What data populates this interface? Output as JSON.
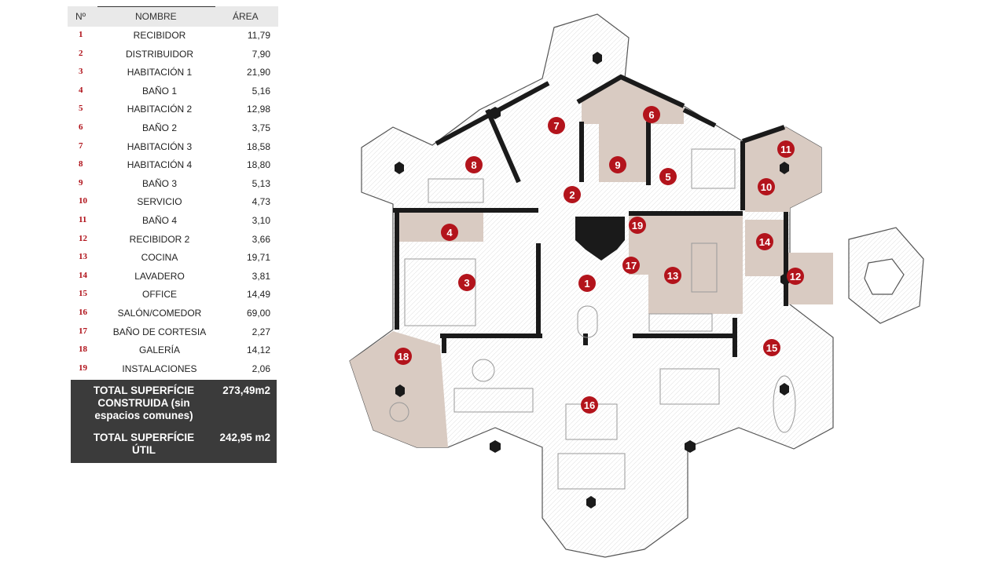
{
  "table": {
    "headers": {
      "num": "Nº",
      "name": "NOMBRE",
      "area": "ÁREA"
    },
    "rows": [
      {
        "num": "1",
        "name": "RECIBIDOR",
        "area": "11,79"
      },
      {
        "num": "2",
        "name": "DISTRIBUIDOR",
        "area": "7,90"
      },
      {
        "num": "3",
        "name": "HABITACIÓN 1",
        "area": "21,90"
      },
      {
        "num": "4",
        "name": "BAÑO 1",
        "area": "5,16"
      },
      {
        "num": "5",
        "name": "HABITACIÓN 2",
        "area": "12,98"
      },
      {
        "num": "6",
        "name": "BAÑO 2",
        "area": "3,75"
      },
      {
        "num": "7",
        "name": "HABITACIÓN 3",
        "area": "18,58"
      },
      {
        "num": "8",
        "name": "HABITACIÓN 4",
        "area": "18,80"
      },
      {
        "num": "9",
        "name": "BAÑO 3",
        "area": "5,13"
      },
      {
        "num": "10",
        "name": "SERVICIO",
        "area": "4,73"
      },
      {
        "num": "11",
        "name": "BAÑO 4",
        "area": "3,10"
      },
      {
        "num": "12",
        "name": "RECIBIDOR 2",
        "area": "3,66"
      },
      {
        "num": "13",
        "name": "COCINA",
        "area": "19,71"
      },
      {
        "num": "14",
        "name": "LAVADERO",
        "area": "3,81"
      },
      {
        "num": "15",
        "name": "OFFICE",
        "area": "14,49"
      },
      {
        "num": "16",
        "name": "SALÓN/COMEDOR",
        "area": "69,00"
      },
      {
        "num": "17",
        "name": "BAÑO DE CORTESIA",
        "area": "2,27"
      },
      {
        "num": "18",
        "name": "GALERÍA",
        "area": "14,12"
      },
      {
        "num": "19",
        "name": "INSTALACIONES",
        "area": "2,06"
      }
    ],
    "totals": [
      {
        "label_lines": [
          "TOTAL SUPERFÍCIE",
          "CONSTRUIDA (sin",
          "espacios comunes)"
        ],
        "value": "273,49m2"
      },
      {
        "label_lines": [
          "TOTAL SUPERFÍCIE",
          "ÚTIL"
        ],
        "value": "242,95 m2"
      }
    ]
  },
  "plan": {
    "badges": [
      "1",
      "2",
      "3",
      "4",
      "5",
      "6",
      "7",
      "8",
      "9",
      "10",
      "11",
      "12",
      "13",
      "14",
      "15",
      "16",
      "17",
      "18",
      "19"
    ],
    "colors": {
      "badge": "#b3141c",
      "wall": "#1a1a1a",
      "wet_room": "#d9cbc2",
      "floor": "#f4f4f4"
    }
  }
}
